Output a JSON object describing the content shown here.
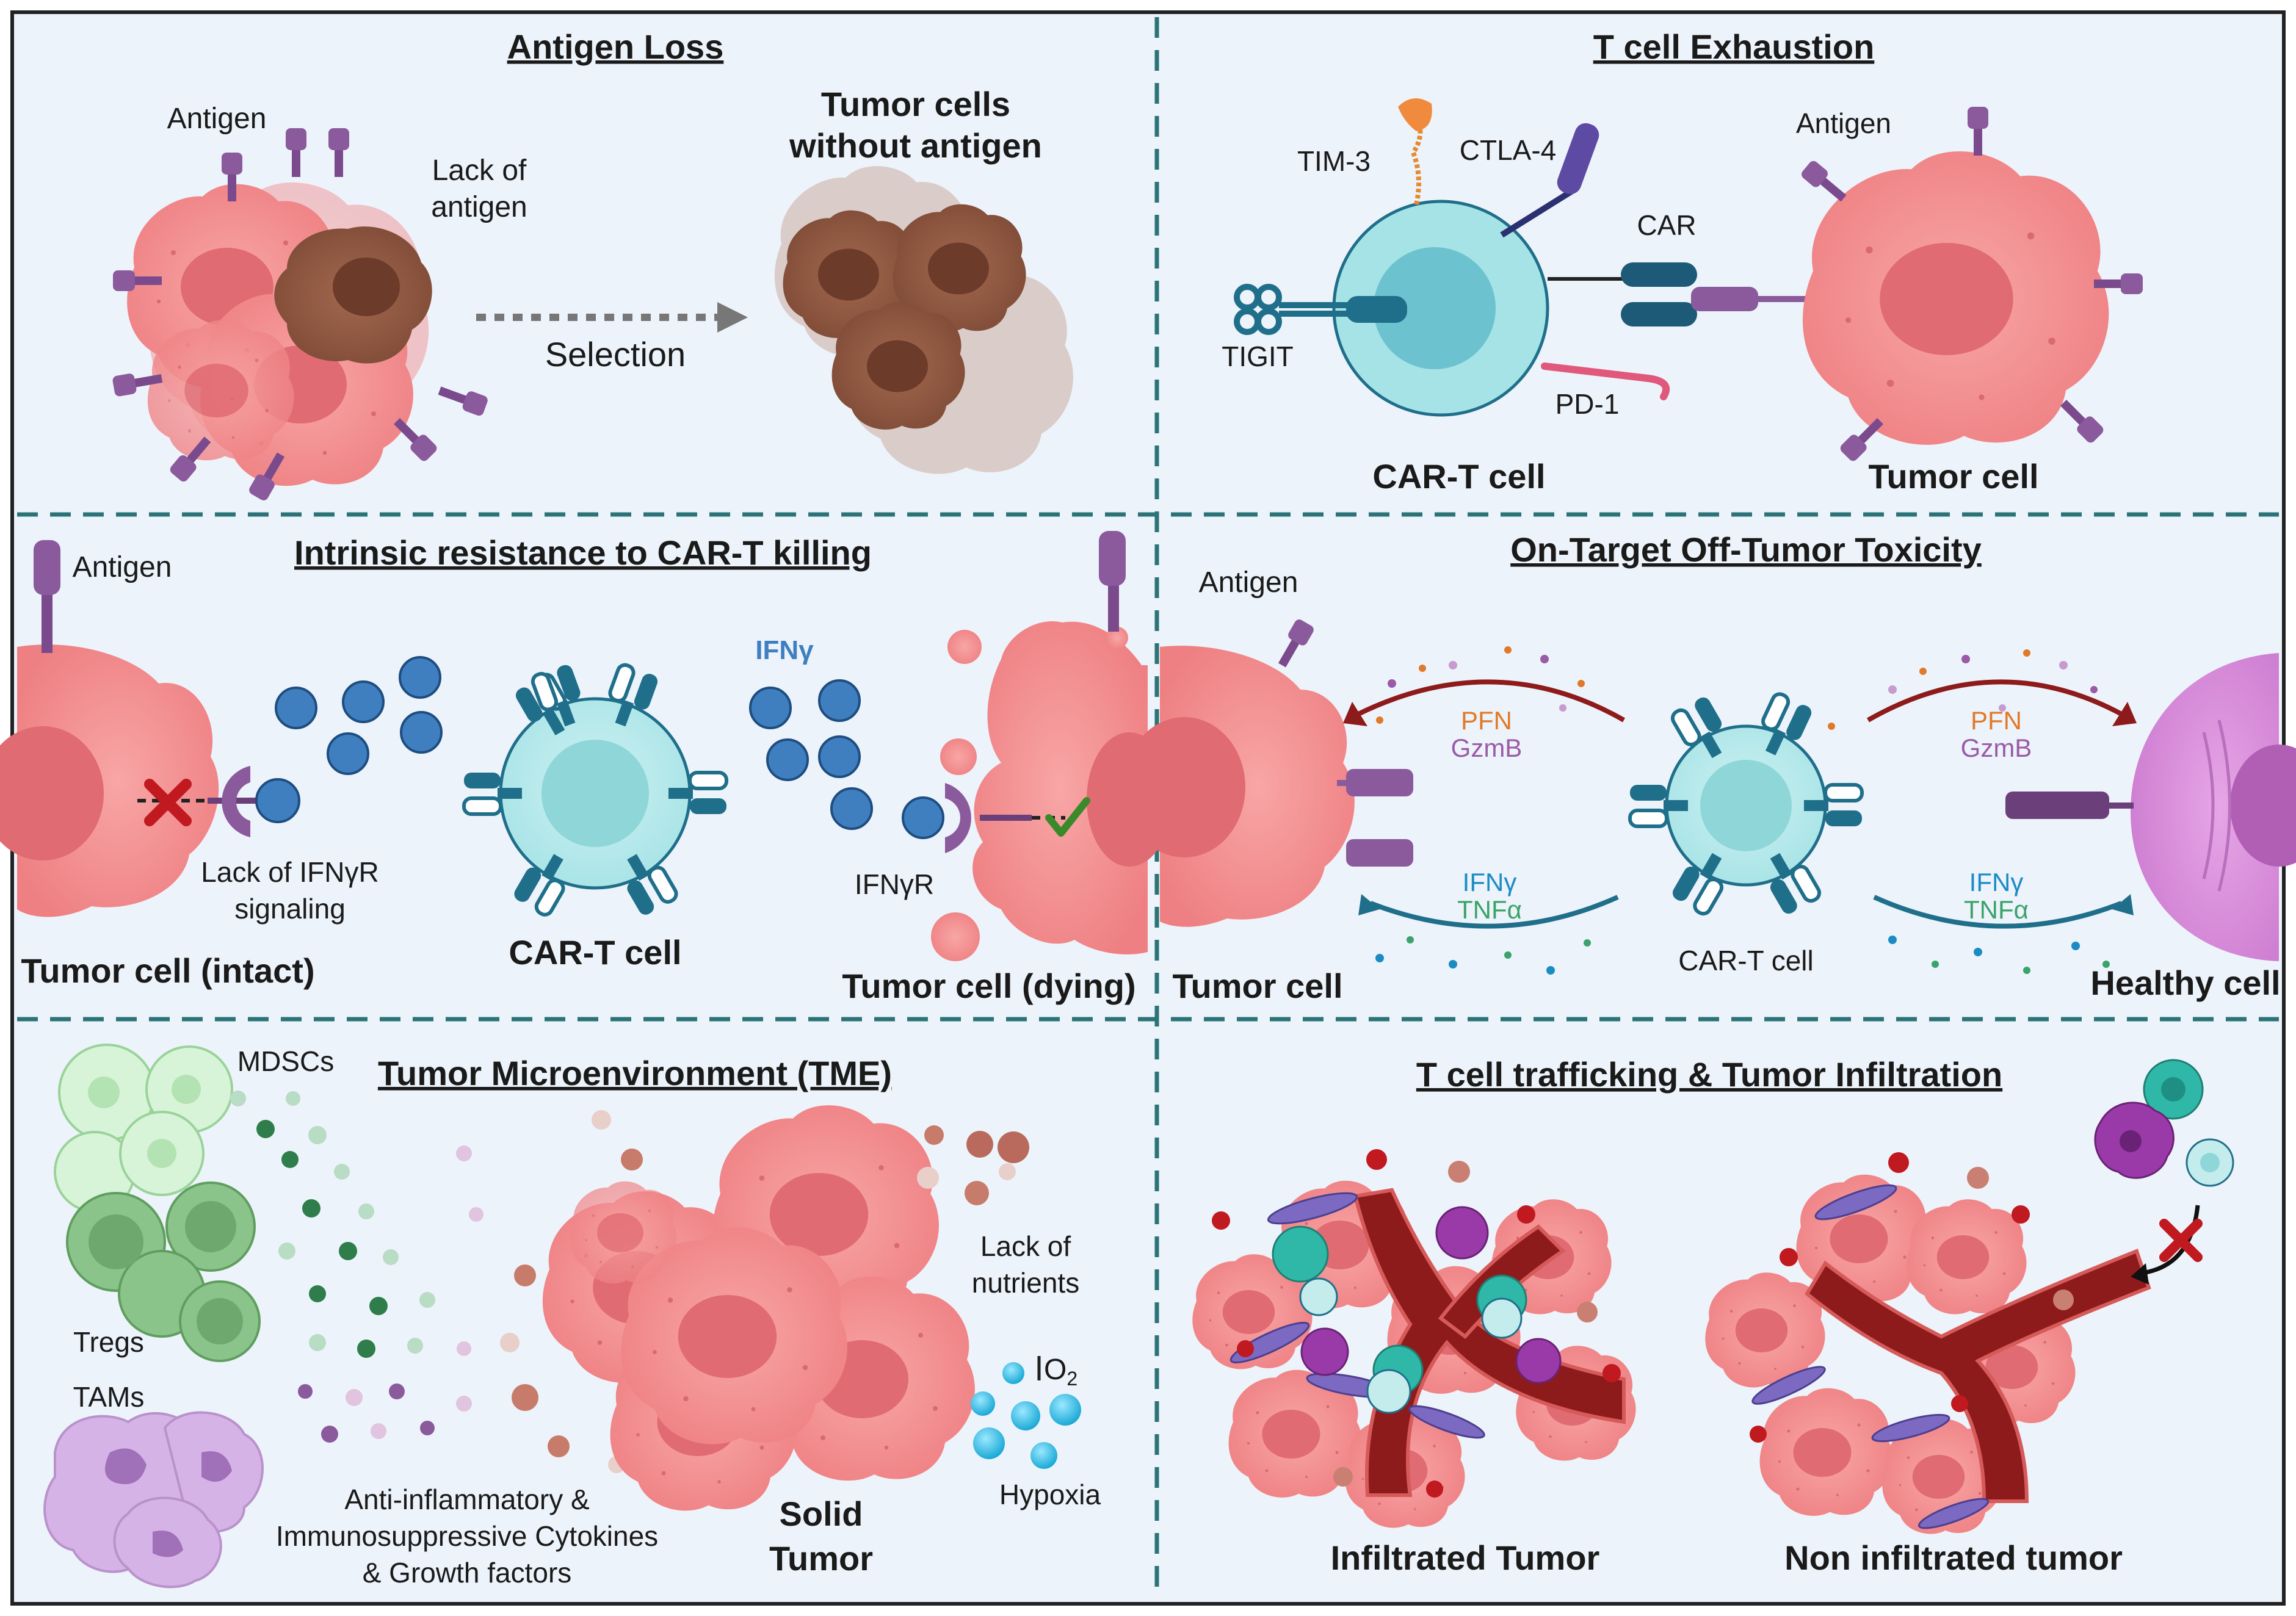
{
  "panels": {
    "antigen_loss": {
      "title": "Antigen Loss",
      "antigen": "Antigen",
      "lack_1": "Lack of",
      "lack_2": "antigen",
      "selection": "Selection",
      "without_1": "Tumor cells",
      "without_2": "without antigen"
    },
    "exhaustion": {
      "title": "T cell Exhaustion",
      "tim3": "TIM-3",
      "ctla4": "CTLA-4",
      "antigen": "Antigen",
      "car": "CAR",
      "tigit": "TIGIT",
      "pd1": "PD-1",
      "cart": "CAR-T cell",
      "tumor": "Tumor cell"
    },
    "intrinsic": {
      "title": "Intrinsic resistance to CAR-T killing",
      "antigen": "Antigen",
      "ifng": "IFNγ",
      "lack_1": "Lack of IFNγR",
      "lack_2": "signaling",
      "ifngr": "IFNγR",
      "tumor_intact": "Tumor cell (intact)",
      "cart": "CAR-T cell",
      "tumor_dying": "Tumor cell (dying)"
    },
    "offtumor": {
      "title": "On-Target Off-Tumor Toxicity",
      "antigen": "Antigen",
      "pfn": "PFN",
      "gzmb": "GzmB",
      "ifng": "IFNγ",
      "tnfa": "TNFα",
      "tumor": "Tumor cell",
      "cart": "CAR-T cell",
      "healthy": "Healthy cell"
    },
    "tme": {
      "title": "Tumor Microenvironment (TME)",
      "mdscs": "MDSCs",
      "tregs": "Tregs",
      "tams": "TAMs",
      "cyt_1": "Anti-inflammatory &",
      "cyt_2": "Immunosuppressive Cytokines",
      "cyt_3": "& Growth factors",
      "solid_1": "Solid",
      "solid_2": "Tumor",
      "nut_1": "Lack of",
      "nut_2": "nutrients",
      "o2": "O",
      "o2_sub": "2",
      "hypoxia": "Hypoxia"
    },
    "trafficking": {
      "title": "T cell trafficking & Tumor Infiltration",
      "infiltrated": "Infiltrated Tumor",
      "non_infiltrated": "Non infiltrated tumor"
    }
  },
  "colors": {
    "panel_bg": "#edf3fa",
    "divider": "#2a7478",
    "tumor_pink": "#f28c8c",
    "antigen_purple": "#8a5a9c",
    "receptor_teal": "#1f6f8b",
    "cart_cyan": "#a6e3e6",
    "ifng_blue": "#3f7fc0",
    "healthy_violet": "#d98ad9",
    "vessel_red": "#8e1b1b"
  }
}
